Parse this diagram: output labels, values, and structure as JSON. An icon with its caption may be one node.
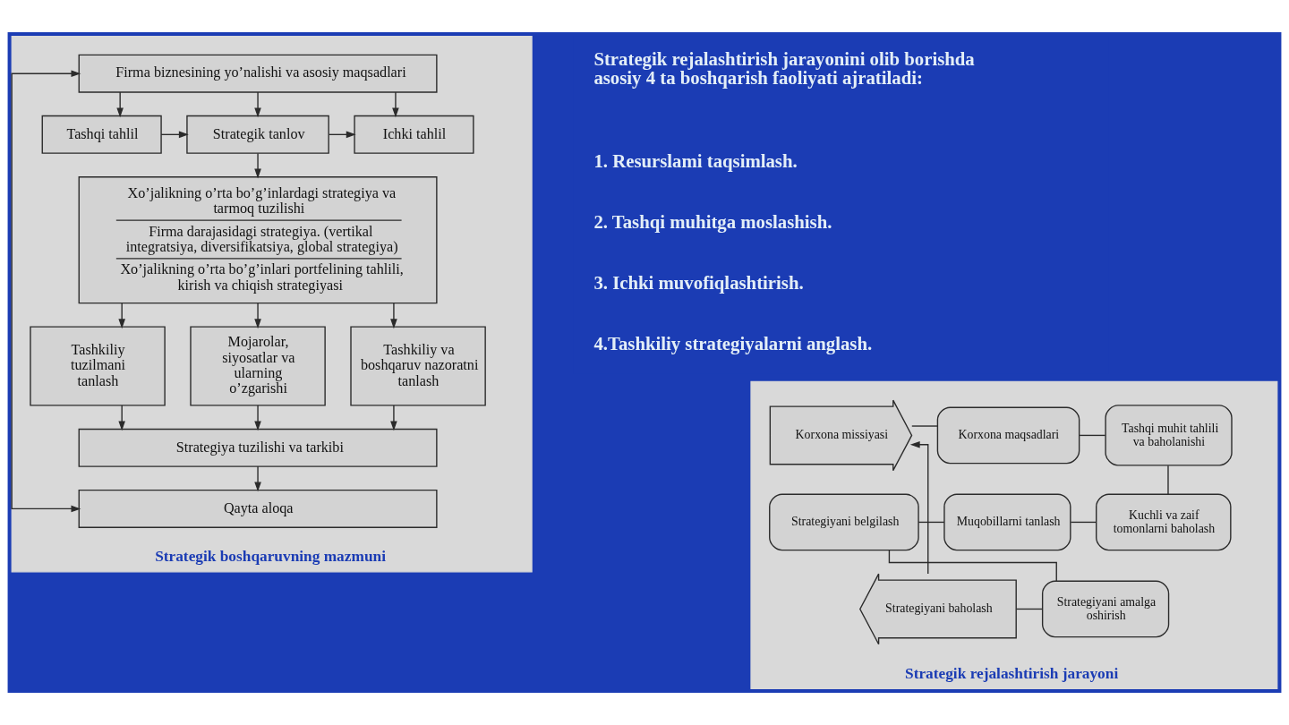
{
  "diagram": {
    "nodes": [
      {
        "text": [
          "Strategik boshqaruvning mazmuni"
        ]
      },
      {
        "text": [
          "Firma biznesining yo’nalishi va asosiy maqsadlari"
        ],
        "in": 0
      },
      {
        "text": [
          "Tashqi tahlil"
        ],
        "in": 0
      },
      {
        "text": [
          "Strategik tanlov"
        ],
        "in": 0
      },
      {
        "text": [
          "Ichki tahlil"
        ],
        "in": 0
      },
      {
        "text": [
          "Xo’jalikning o’rta bo’g’inlardagi strategiya va tarmoq tuzilishi",
          "Firma darajasidagi strategiya. (vertikal integratsiya, diversifikatsiya, global strategiya)",
          "Xo’jalikning o’rta bo’g’inlari portfelining tahlili, kirish va chiqish strategiyasi"
        ],
        "in": 0
      },
      {
        "text": [
          "Tashkiliy tuzilmani tanlash"
        ],
        "in": 0
      },
      {
        "text": [
          "Mojarolar, siyosatlar va ularning o’zgarishi"
        ],
        "in": 0
      },
      {
        "text": [
          "Tashkiliy va boshqaruv nazoratni tanlash"
        ],
        "in": 0
      },
      {
        "text": [
          "Strategiya tuzilishi va tarkibi"
        ],
        "in": 0
      },
      {
        "text": [
          "Qayta aloqa"
        ],
        "in": 0
      },
      {
        "text": [
          "Strategik rejalashtirish jarayoni"
        ]
      },
      {
        "text": [
          "Korxona missiyasi"
        ],
        "in": 11
      },
      {
        "text": [
          "Korxona maqsadlari"
        ],
        "in": 11
      },
      {
        "text": [
          "Tashqi muhit tahlili va baholanishi"
        ],
        "in": 11
      },
      {
        "text": [
          "Strategiyani belgilash"
        ],
        "in": 11
      },
      {
        "text": [
          "Muqobillarni tanlash"
        ],
        "in": 11
      },
      {
        "text": [
          "Kuchli va zaif tomonlarni baholash"
        ],
        "in": 11
      },
      {
        "text": [
          "Strategiyani baholash"
        ],
        "in": 11
      },
      {
        "text": [
          "Strategiyani amalga oshirish"
        ],
        "in": 11
      }
    ],
    "edges": [
      {
        "from": 1,
        "to": 2,
        "arrow": "to"
      },
      {
        "from": 1,
        "to": 3,
        "arrow": "to"
      },
      {
        "from": 1,
        "to": 4,
        "arrow": "to"
      },
      {
        "from": 2,
        "to": 3,
        "arrow": "to"
      },
      {
        "from": 3,
        "to": 4,
        "arrow": "to"
      },
      {
        "from": 3,
        "to": 5,
        "arrow": "to"
      },
      {
        "from": 5,
        "to": 6,
        "arrow": "to"
      },
      {
        "from": 5,
        "to": 7,
        "arrow": "to"
      },
      {
        "from": 5,
        "to": 8,
        "arrow": "to"
      },
      {
        "from": 6,
        "to": 9,
        "arrow": "to"
      },
      {
        "from": 7,
        "to": 9,
        "arrow": "to"
      },
      {
        "from": 8,
        "to": 9,
        "arrow": "to"
      },
      {
        "from": 9,
        "to": 10,
        "arrow": "to"
      },
      {
        "from": 10,
        "to": 1,
        "arrow": "both"
      },
      {
        "from": 12,
        "to": 13,
        "arrow": "none"
      },
      {
        "from": 13,
        "to": 14,
        "arrow": "none"
      },
      {
        "from": 14,
        "to": 17,
        "arrow": "none"
      },
      {
        "from": 15,
        "to": 16,
        "arrow": "none"
      },
      {
        "from": 16,
        "to": 17,
        "arrow": "none"
      },
      {
        "from": 15,
        "to": 19,
        "arrow": "none"
      },
      {
        "from": 18,
        "to": 19,
        "arrow": "none"
      },
      {
        "from": 18,
        "to": 12,
        "arrow": "to"
      }
    ],
    "labels": [
      "Strategik rejalashtirish jarayonini olib borishda asosiy 4 ta boshqarish faoliyati ajratiladi:",
      "1. Resurslami taqsimlash.",
      "2. Tashqi muhitga moslashish.",
      "3. Ichki muvofiqlashtirish.",
      "4.Tashkiliy strategiyalarni anglash."
    ]
  }
}
